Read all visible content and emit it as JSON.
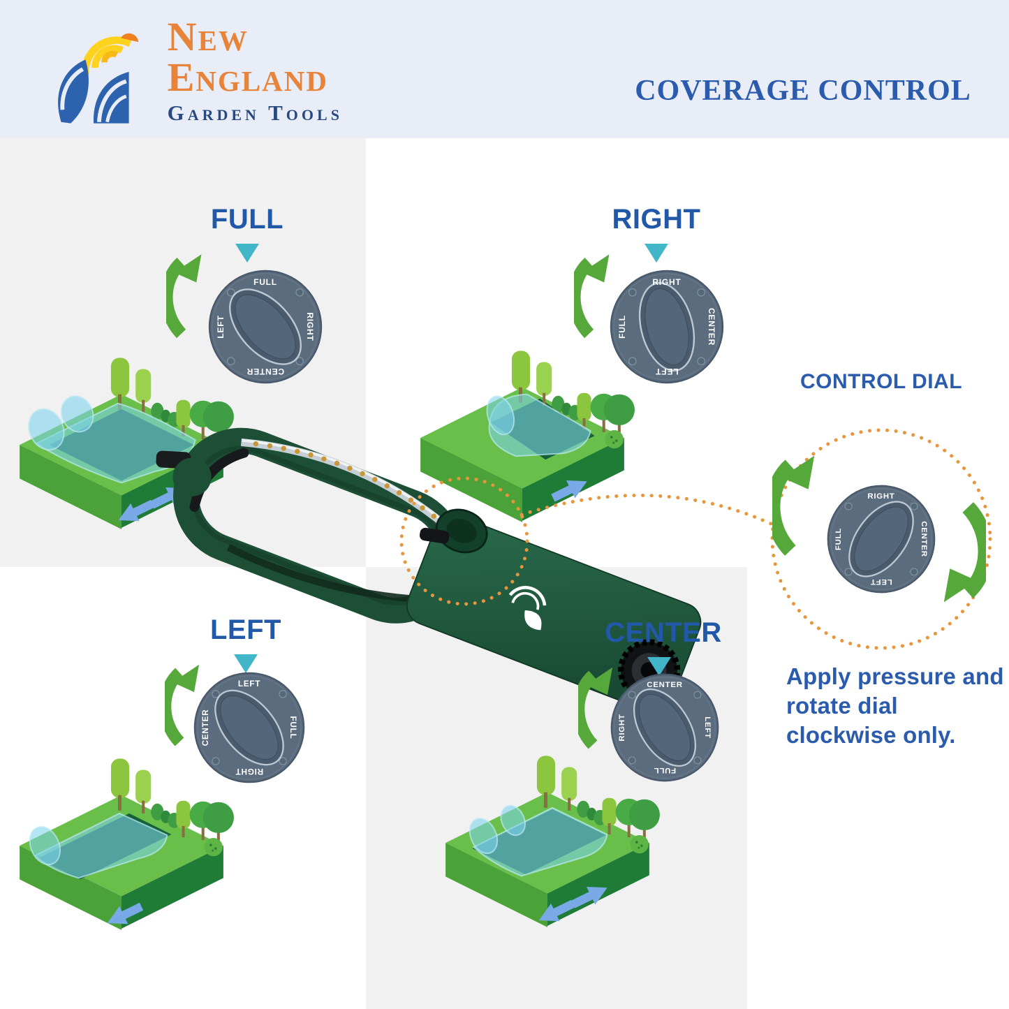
{
  "header": {
    "brand_name": "New England",
    "brand_sub": "Garden Tools",
    "title": "COVERAGE CONTROL"
  },
  "sections": [
    {
      "id": "full",
      "label": "FULL",
      "lawn": "full",
      "dial": {
        "top": "FULL",
        "right": "RIGHT",
        "bottom": "CENTER",
        "left": "LEFT",
        "knob_angle": -42
      }
    },
    {
      "id": "right",
      "label": "RIGHT",
      "lawn": "right",
      "dial": {
        "top": "RIGHT",
        "right": "CENTER",
        "bottom": "LEFT",
        "left": "FULL",
        "knob_angle": -14
      }
    },
    {
      "id": "left",
      "label": "LEFT",
      "lawn": "left",
      "dial": {
        "top": "LEFT",
        "right": "FULL",
        "bottom": "RIGHT",
        "left": "CENTER",
        "knob_angle": -40
      }
    },
    {
      "id": "center",
      "label": "CENTER",
      "lawn": "center",
      "dial": {
        "top": "CENTER",
        "right": "LEFT",
        "bottom": "FULL",
        "left": "RIGHT",
        "knob_angle": -32
      }
    }
  ],
  "control_dial": {
    "heading": "CONTROL DIAL",
    "instruction": "Apply pressure and rotate dial clockwise only.",
    "dial": {
      "top": "RIGHT",
      "right": "CENTER",
      "bottom": "LEFT",
      "left": "FULL",
      "knob_angle": 36
    }
  },
  "colors": {
    "header_bg": "#e9edf8",
    "panel_gray": "#f1f1f2",
    "heading_blue": "#2258a8",
    "brand_orange": "#e8833a",
    "brand_navy": "#27497f",
    "title_blue": "#2b5bad",
    "dial_face": "#5b6c7e",
    "dial_knob": "#495b6d",
    "arrow_green": "#57a83a",
    "pointer_cyan": "#41b6c9",
    "dotted_orange": "#e8953c",
    "lawn_green": "#69bf49",
    "water_blue": "#7ed3ea",
    "sprinkler_green": "#1d4f36",
    "sun_yellow": "#ffd21d",
    "sun_orange": "#ef7f1f",
    "wave_blue": "#2d62af"
  }
}
